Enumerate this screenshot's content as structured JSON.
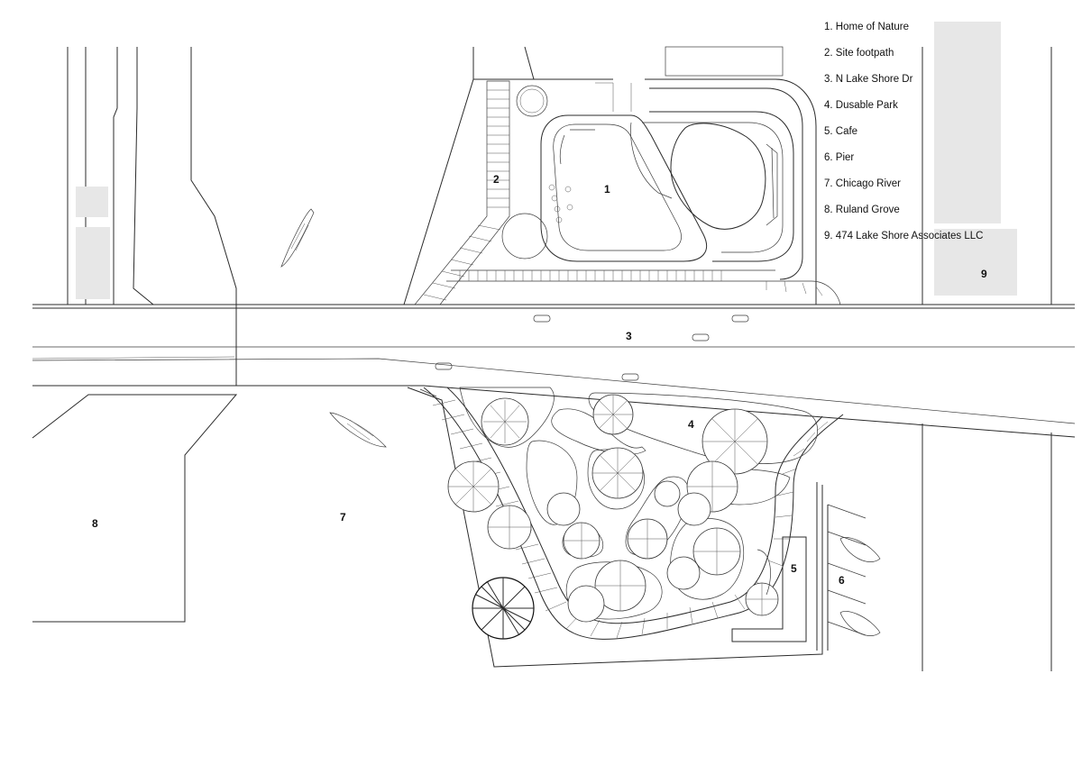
{
  "legend": {
    "items": [
      "1. Home of Nature",
      "2. Site footpath",
      "3. N Lake Shore Dr",
      "4. Dusable Park",
      "5. Cafe",
      "6. Pier",
      "7. Chicago River",
      "8. Ruland Grove",
      "9. 474 Lake Shore Associates LLC"
    ]
  },
  "markers": {
    "m1": "1",
    "m2": "2",
    "m3": "3",
    "m4": "4",
    "m5": "5",
    "m6": "6",
    "m7": "7",
    "m8": "8",
    "m9": "9"
  },
  "colors": {
    "line": "#2b2b2b",
    "building_fill": "#e7e7e7",
    "background": "#ffffff"
  }
}
